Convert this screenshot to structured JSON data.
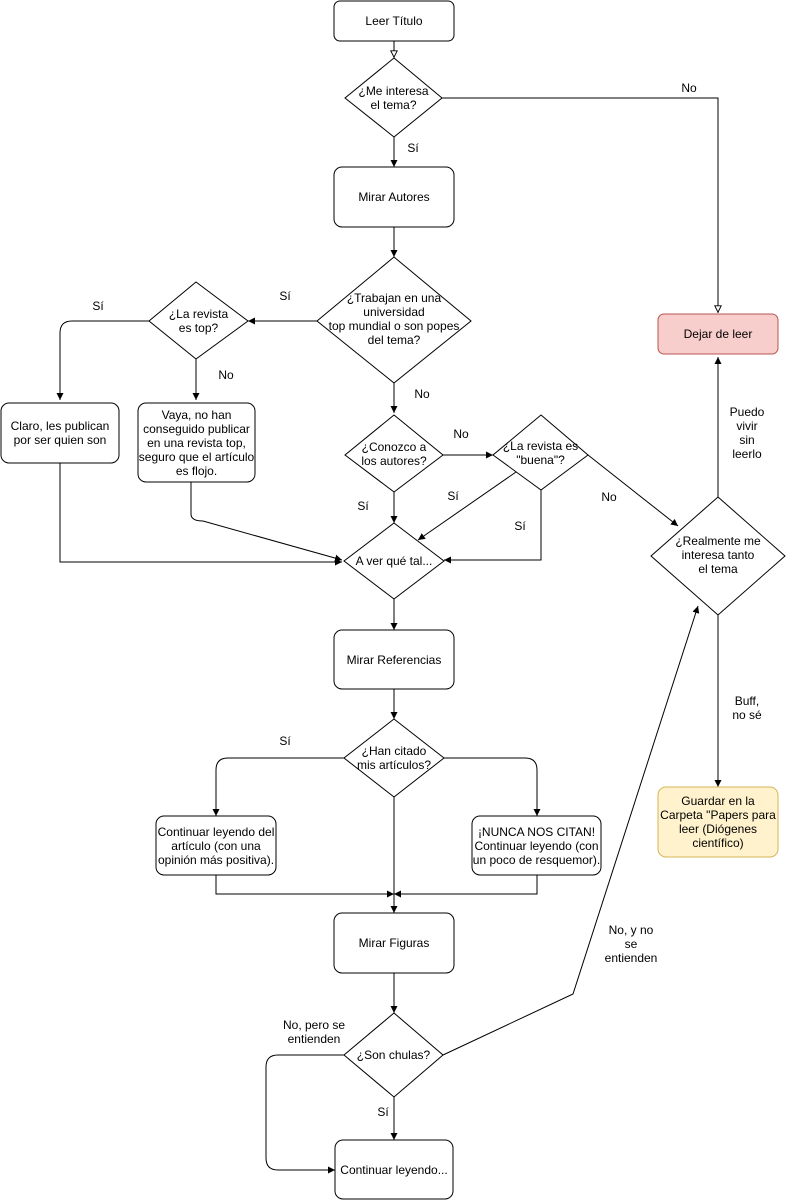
{
  "nodes": {
    "leer_titulo": "Leer Título",
    "me_interesa": "¿Me interesa\nel tema?",
    "mirar_autores": "Mirar Autores",
    "trabajan": "¿Trabajan en una\nuniversidad\ntop mundial o son popes\ndel tema?",
    "revista_top": "¿La revista\nes top?",
    "claro": "Claro, les publican\npor ser quien son",
    "vaya": "Vaya, no han\nconseguido publicar\nen una revista top,\nseguro que el artículo\nes flojo.",
    "conozco": "¿Conozco a\nlos autores?",
    "revista_buena": "¿La revista es\n\"buena\"?",
    "a_ver": "A ver qué tal...",
    "dejar": "Dejar de leer",
    "realmente": "¿Realmente me\ninteresa tanto\nel tema",
    "guardar": "Guardar en la\nCarpeta \"Papers para\nleer (Diógenes\ncientífico)",
    "mirar_referencias": "Mirar Referencias",
    "han_citado": "¿Han citado\nmis artículos?",
    "continuar_positiva": "Continuar leyendo del\nartículo (con una\nopinión más positiva).",
    "nunca_citan": "¡NUNCA NOS CITAN!\nContinuar leyendo (con\nun poco de resquemor).",
    "mirar_figuras": "Mirar Figuras",
    "son_chulas": "¿Son chulas?",
    "continuar": "Continuar leyendo..."
  },
  "edge_labels": {
    "interesa_si": "Sí",
    "interesa_no": "No",
    "trabajan_si": "Sí",
    "trabajan_no": "No",
    "top_si": "Sí",
    "top_no": "No",
    "conozco_no": "No",
    "conozco_si": "Sí",
    "buena_si_diag": "Sí",
    "buena_si_down": "Sí",
    "buena_no": "No",
    "puedo_vivir": "Puedo\nvivir\nsin\nleerlo",
    "buff": "Buff,\nno sé",
    "citado_si": "Sí",
    "no_se_entienden": "No, y no\nse\nentienden",
    "no_pero": "No, pero se\nentienden",
    "chulas_si": "Sí"
  },
  "colors": {
    "stroke": "#000000",
    "process_fill": "#ffffff",
    "stop_fill": "#f8cecc",
    "stop_stroke": "#b85450",
    "save_fill": "#fff2cc",
    "save_stroke": "#d6b656"
  }
}
